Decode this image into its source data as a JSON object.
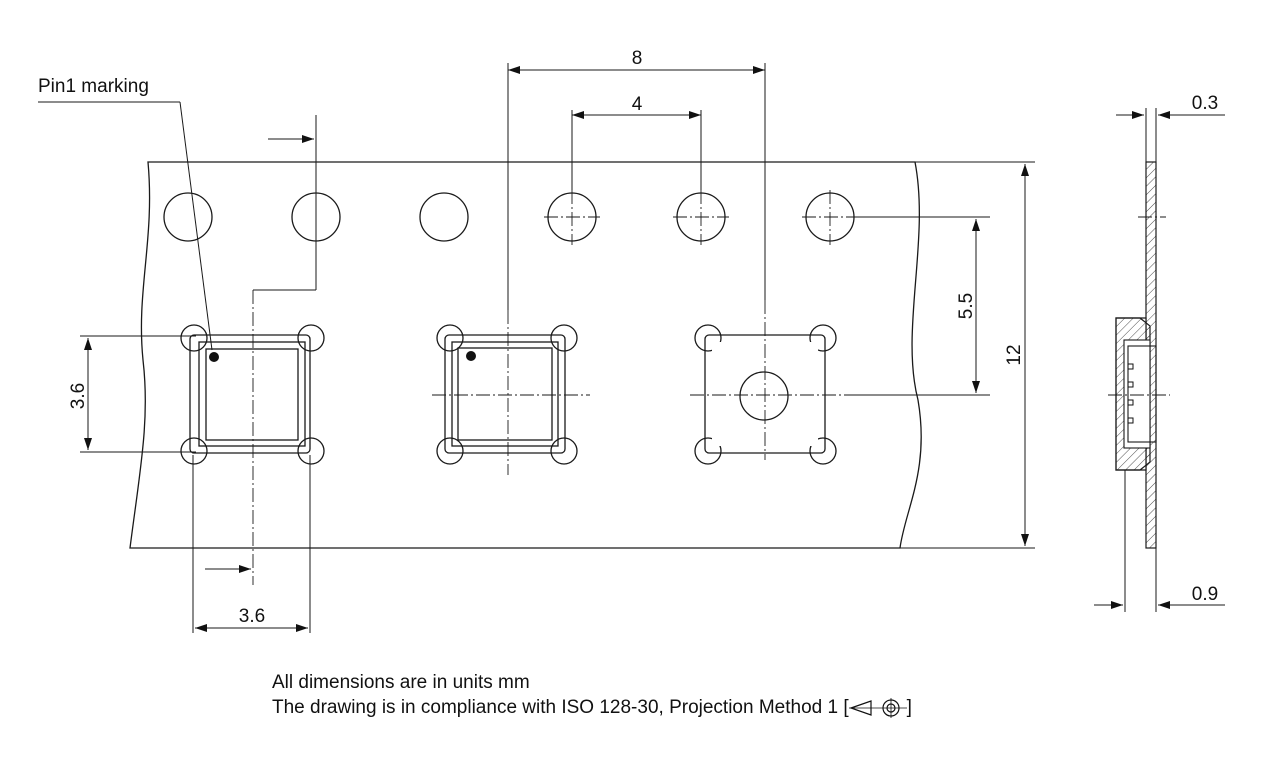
{
  "labels": {
    "pin1": "Pin1 marking"
  },
  "dimensions": {
    "pitch_8": "8",
    "hole_pitch_4": "4",
    "offset_5_5": "5.5",
    "tape_width_12": "12",
    "pocket_height_3_6": "3.6",
    "pocket_width_3_6": "3.6",
    "tape_thickness_0_3": "0.3",
    "pocket_depth_0_9": "0.9"
  },
  "notes": {
    "units": "All dimensions are in units mm",
    "compliance": "The drawing is in compliance with ISO 128-30, Projection Method 1",
    "bracket_open": "[",
    "bracket_close": "]"
  },
  "icons": {
    "projection": "first-angle-projection-symbol-icon"
  }
}
